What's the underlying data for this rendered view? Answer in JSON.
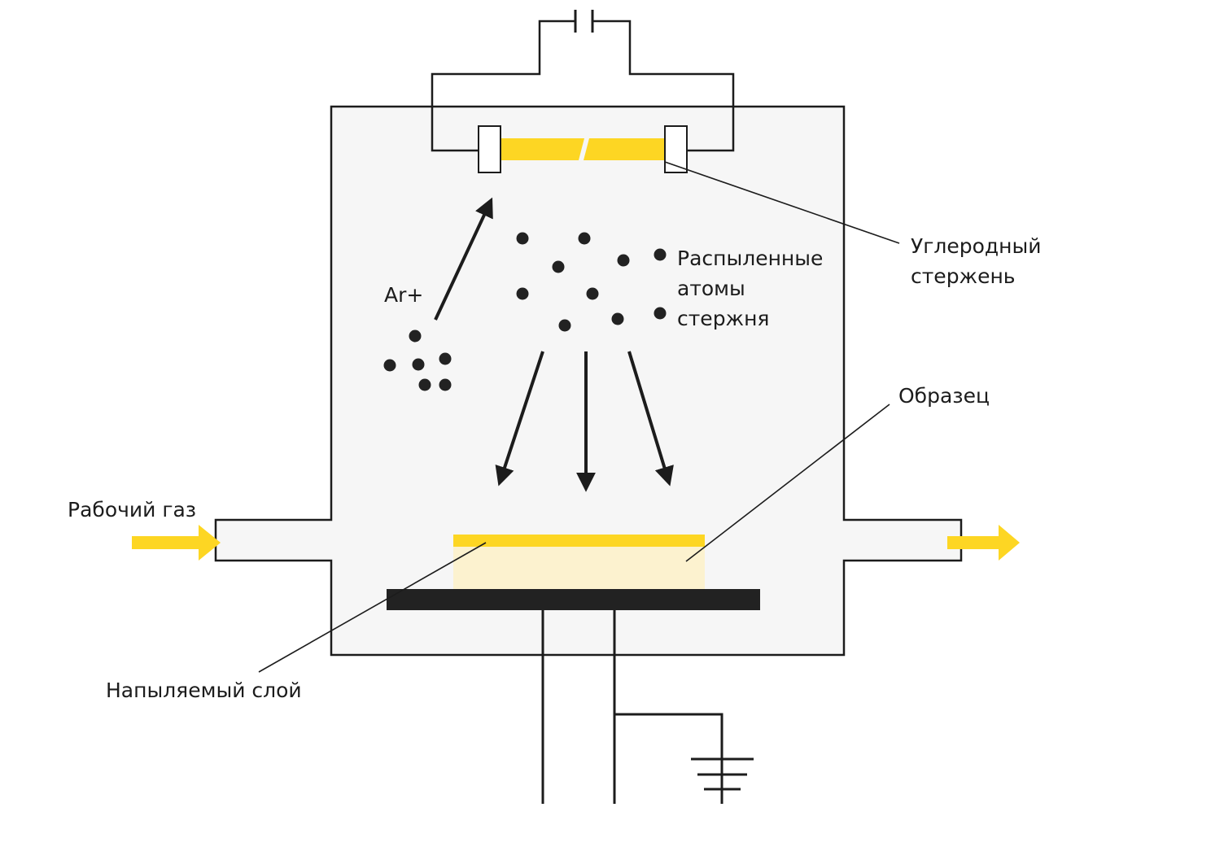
{
  "labels": {
    "ar_ion": "Ar+",
    "sputtered_atoms": [
      "Распыленные",
      "атомы",
      "стержня"
    ],
    "carbon_rod": [
      "Углеродный",
      "стержень"
    ],
    "sample": "Образец",
    "working_gas": "Рабочий газ",
    "deposited_layer": "Напыляемый слой"
  },
  "colors": {
    "line": "#1c1c1c",
    "chamber_fill": "#f6f6f6",
    "accent_yellow": "#fdd623",
    "sample_fill": "#fcf2cf",
    "stage": "#222222"
  }
}
